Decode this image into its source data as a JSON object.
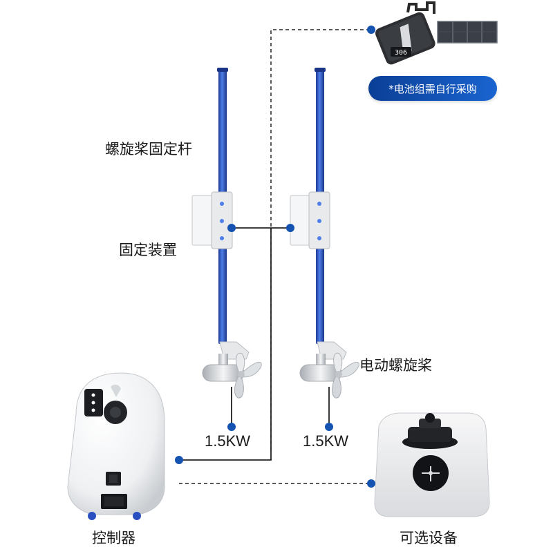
{
  "labels": {
    "rod": "螺旋桨固定杆",
    "mount": "固定装置",
    "propeller": "电动螺旋桨",
    "controller": "控制器",
    "optional": "可选设备"
  },
  "power": {
    "left": "1.5KW",
    "right": "1.5KW"
  },
  "battery": {
    "note": "*电池组需自行采购",
    "display": "306"
  },
  "colors": {
    "rod": "#2b54c8",
    "dot": "#1553b0",
    "line": "#222222",
    "badge": "#0f4fae"
  }
}
